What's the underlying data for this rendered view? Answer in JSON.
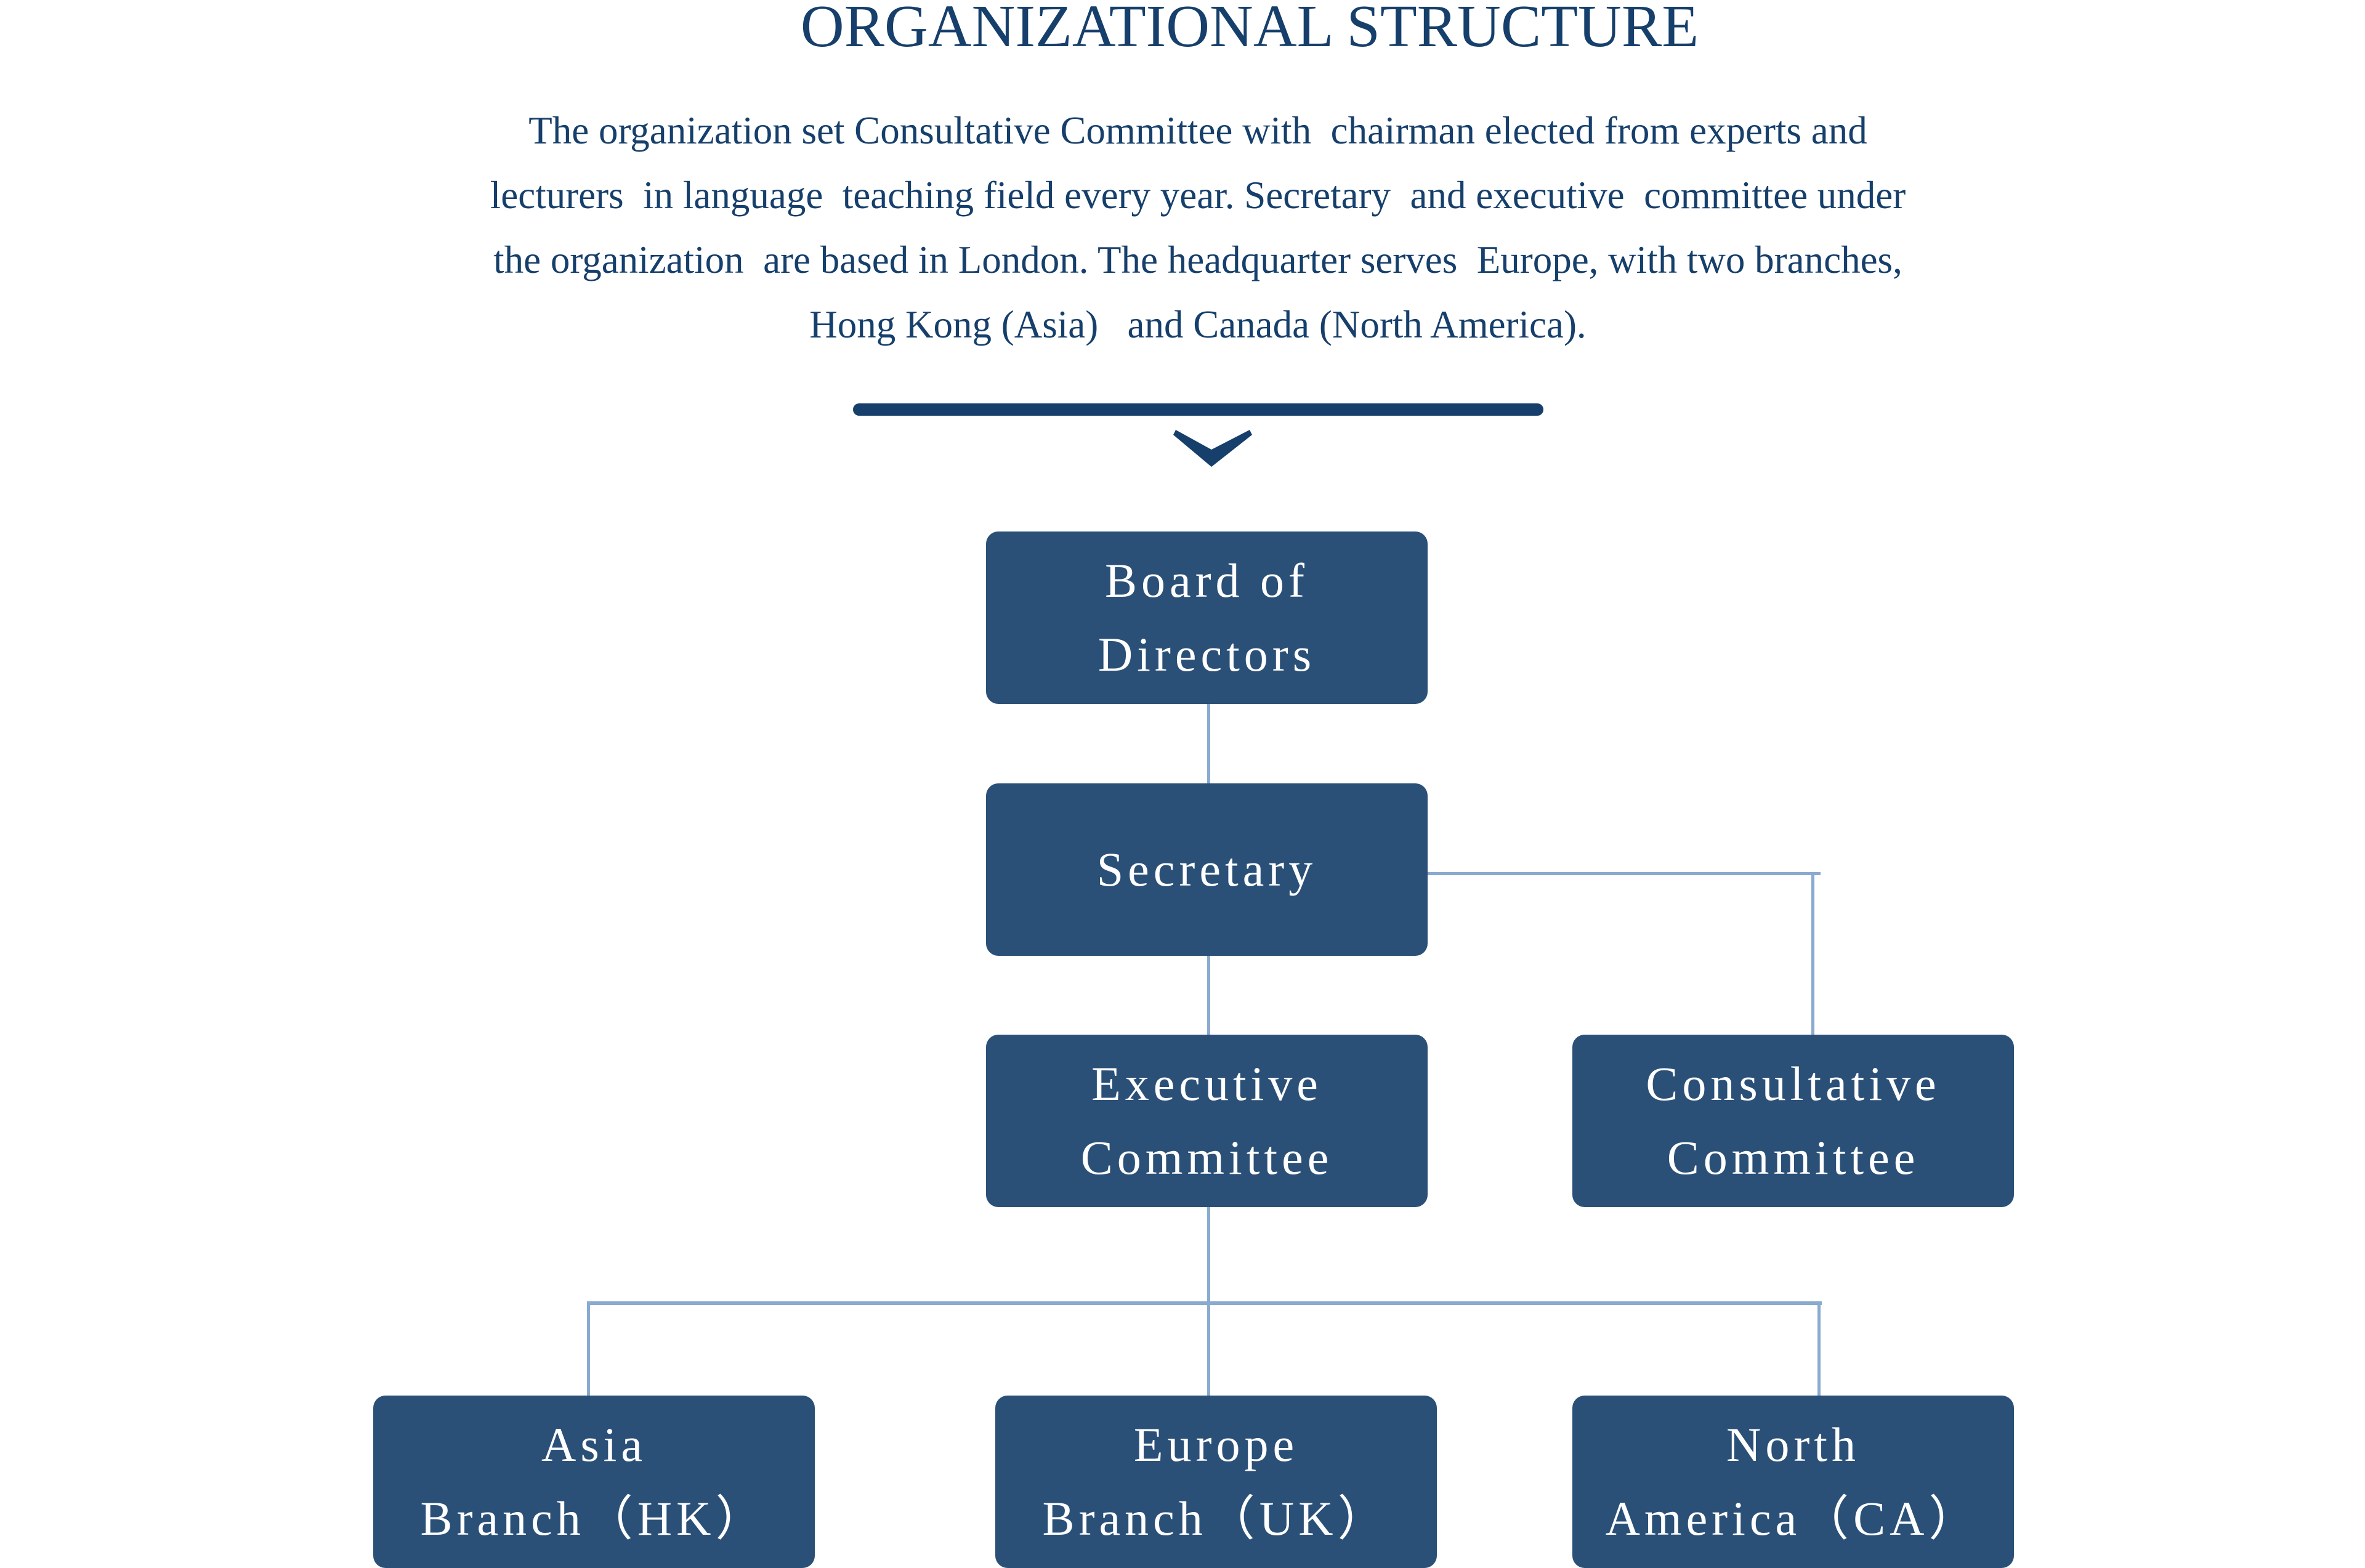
{
  "title": "ORGANIZATIONAL STRUCTURE",
  "description": [
    "The organization set Consultative Committee with  chairman elected from experts and",
    "lecturers  in language  teaching field every year. Secretary  and executive  committee under",
    "the organization  are based in London. The headquarter serves  Europe, with two branches,",
    "Hong Kong (Asia)   and Canada (North America)."
  ],
  "colors": {
    "accent": "#163f6b",
    "box": "#2b5078",
    "connector": "#8aaad0"
  },
  "nodes": {
    "board": [
      "Board of",
      "Directors"
    ],
    "secretary": [
      "Secretary"
    ],
    "executive": [
      "Executive",
      "Committee"
    ],
    "consultative": [
      "Consultative",
      "Committee"
    ],
    "asia": [
      "Asia",
      "Branch（HK）"
    ],
    "europe": [
      "Europe",
      "Branch（UK）"
    ],
    "north_america": [
      "North",
      "America（CA）"
    ]
  }
}
